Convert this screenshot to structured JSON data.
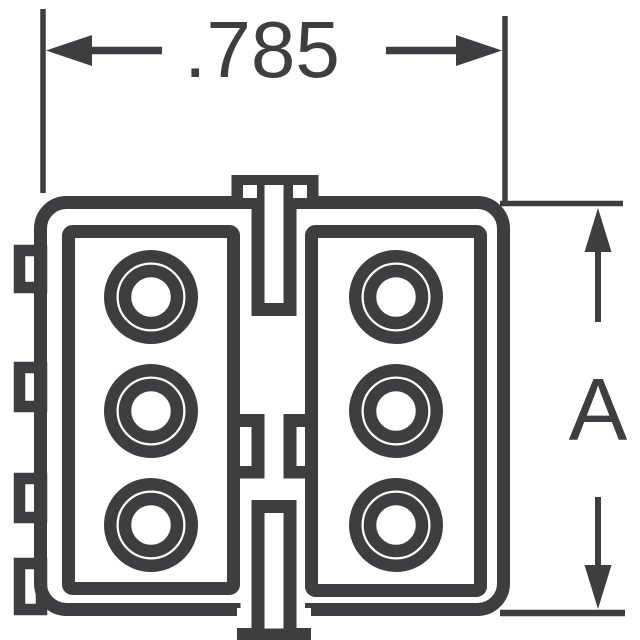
{
  "drawing": {
    "background_color": "#ffffff",
    "line_color": "#3e3e40",
    "horizontal_dimension": {
      "label": ".785"
    },
    "vertical_dimension": {
      "label": "A"
    },
    "connector": {
      "circular_cavities": 6,
      "cavity_rows": 3,
      "cavity_columns": 2,
      "side_tab_count": 4
    }
  }
}
